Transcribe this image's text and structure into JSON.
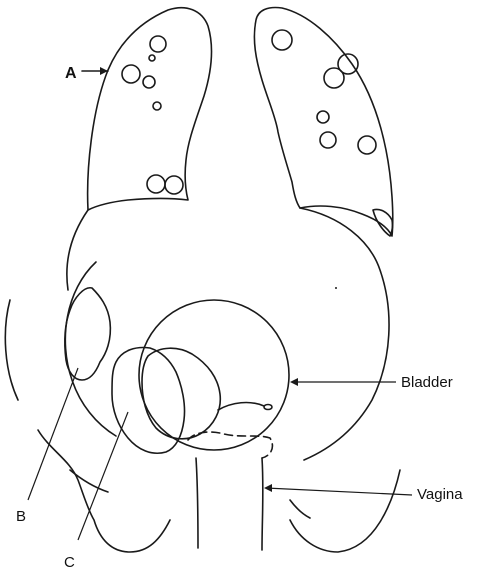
{
  "labels": {
    "a": "A",
    "b": "B",
    "c": "C",
    "bladder": "Bladder",
    "vagina": "Vagina"
  },
  "colors": {
    "ink": "#1a1a1a",
    "background": "#ffffff"
  }
}
